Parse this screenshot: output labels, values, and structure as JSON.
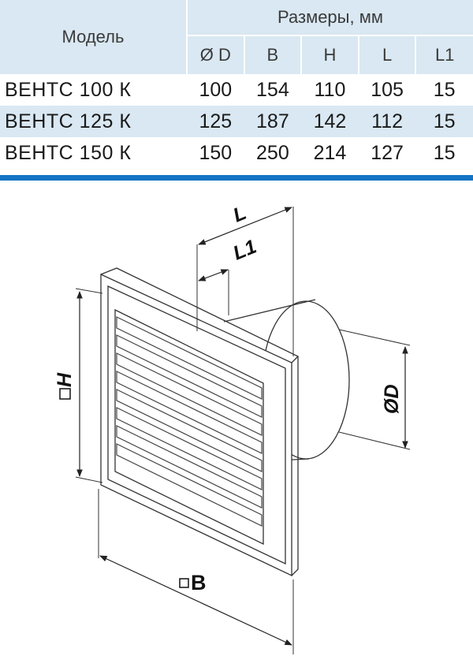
{
  "table": {
    "model_header": "Модель",
    "group_header": "Размеры, мм",
    "columns": [
      "Ø D",
      "B",
      "H",
      "L",
      "L1"
    ],
    "rows": [
      {
        "model": "ВЕНТС 100 К",
        "values": [
          "100",
          "154",
          "110",
          "105",
          "15"
        ]
      },
      {
        "model": "ВЕНТС 125 К",
        "values": [
          "125",
          "187",
          "142",
          "112",
          "15"
        ]
      },
      {
        "model": "ВЕНТС 150 К",
        "values": [
          "150",
          "250",
          "214",
          "127",
          "15"
        ]
      }
    ]
  },
  "drawing": {
    "label_L": "L",
    "label_L1": "L1",
    "label_H": "H",
    "label_D": "ØD",
    "label_B": "B"
  },
  "colors": {
    "header_bg": "#d9e8f2",
    "accent_bar": "#1574c4"
  }
}
